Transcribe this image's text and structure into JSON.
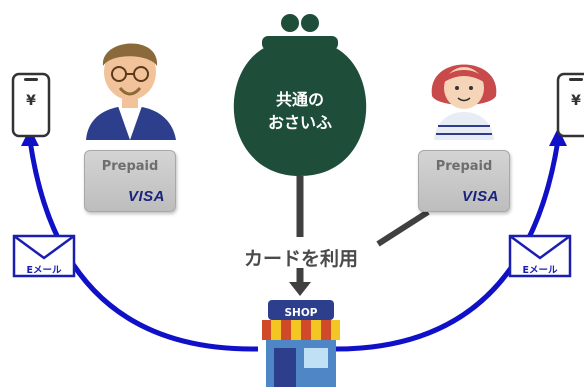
{
  "purse": {
    "line1": "共通の",
    "line2": "おさいふ",
    "color": "#1e4d3a"
  },
  "action_label": "カードを利用",
  "cards": [
    {
      "prepaid": "Prepaid",
      "brand": "VISA"
    },
    {
      "prepaid": "Prepaid",
      "brand": "VISA"
    }
  ],
  "email_labels": [
    "Eメール",
    "Eメール"
  ],
  "shop": {
    "sign": "SHOP"
  },
  "phones": [
    {
      "symbol": "¥"
    },
    {
      "symbol": "¥"
    }
  ],
  "colors": {
    "arc": "#1010c8",
    "connector": "#404040",
    "card": "#c8c8c8",
    "brand": "#1a237e",
    "shop_sign": "#2c3e8c"
  },
  "icons": [
    "coin-purse-icon",
    "smartphone-icon",
    "envelope-icon",
    "shop-icon",
    "man-avatar-icon",
    "woman-avatar-icon",
    "arrow-down-icon"
  ]
}
